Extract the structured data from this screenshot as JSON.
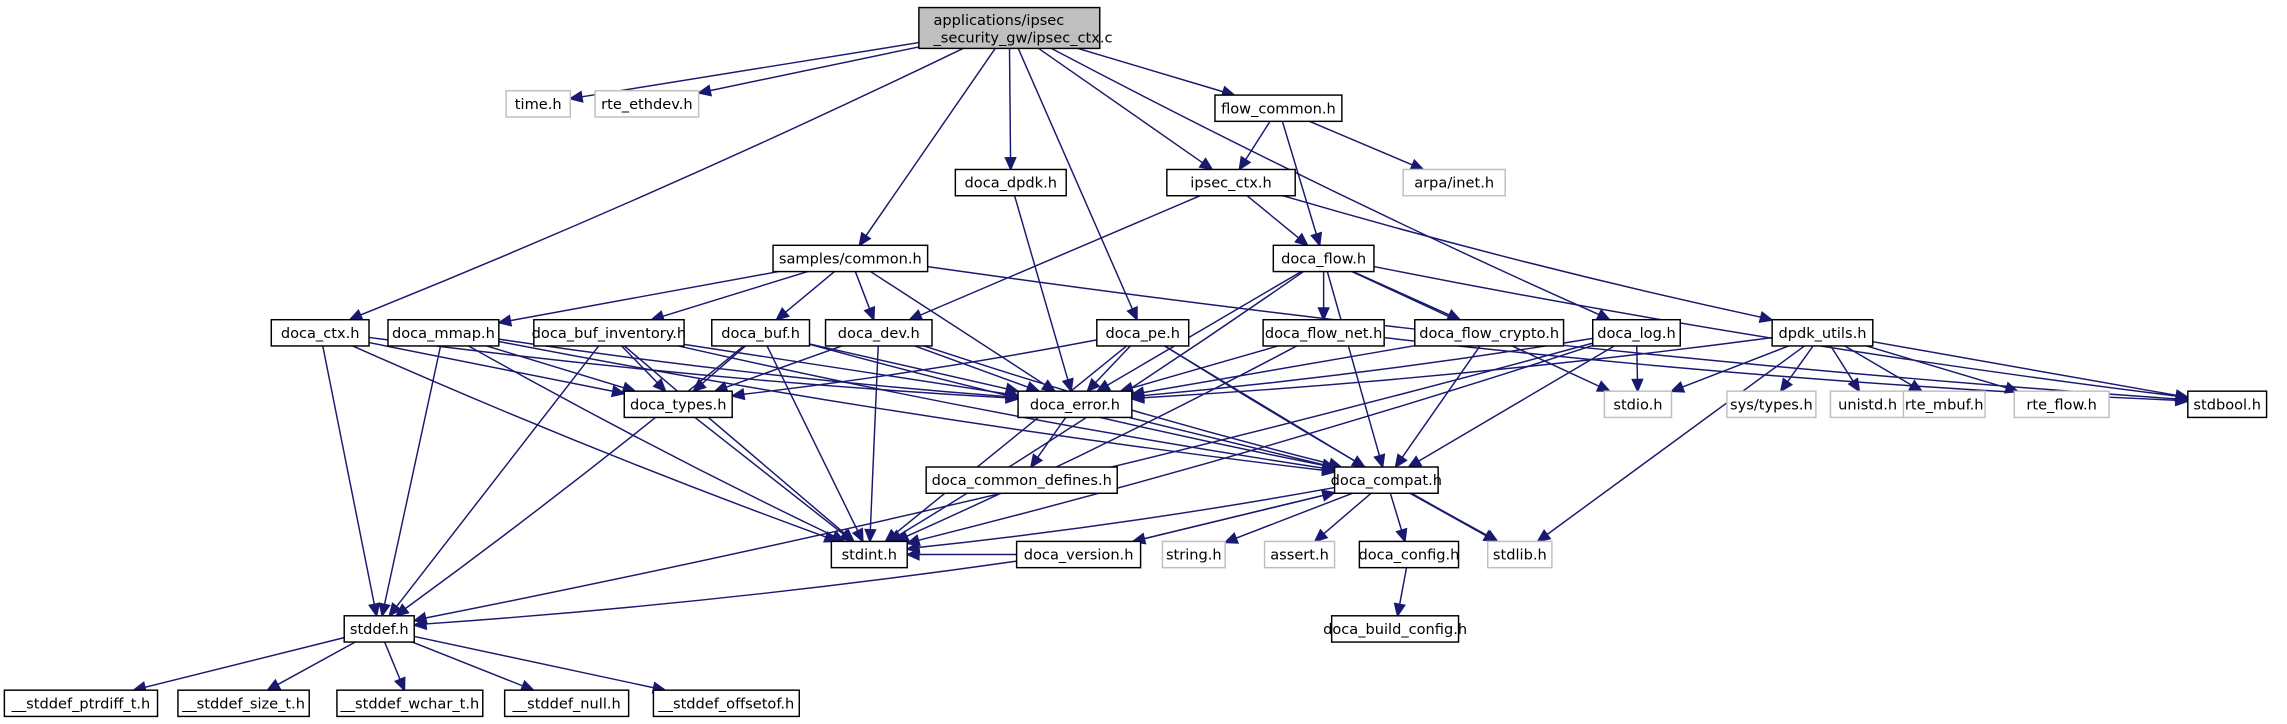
{
  "title": "Include dependency graph for applications/ipsec_security_gw/ipsec_ctx.c",
  "colors": {
    "edge": "#191970",
    "root_fill": "#bfbfbf",
    "external_border": "#bfbfbf",
    "node_border": "#000000"
  },
  "nodes": [
    {
      "id": "root",
      "label_lines": [
        "applications/ipsec",
        "_security_gw/ipsec_ctx.c"
      ],
      "kind": "root"
    },
    {
      "id": "time_h",
      "label": "time.h",
      "kind": "ext"
    },
    {
      "id": "rte_ethdev_h",
      "label": "rte_ethdev.h",
      "kind": "ext"
    },
    {
      "id": "flow_common_h",
      "label": "flow_common.h",
      "kind": "doc"
    },
    {
      "id": "doca_dpdk_h",
      "label": "doca_dpdk.h",
      "kind": "doc"
    },
    {
      "id": "ipsec_ctx_h",
      "label": "ipsec_ctx.h",
      "kind": "doc"
    },
    {
      "id": "arpa_inet_h",
      "label": "arpa/inet.h",
      "kind": "ext"
    },
    {
      "id": "samples_common_h",
      "label": "samples/common.h",
      "kind": "doc"
    },
    {
      "id": "doca_flow_h",
      "label": "doca_flow.h",
      "kind": "doc"
    },
    {
      "id": "doca_ctx_h",
      "label": "doca_ctx.h",
      "kind": "doc"
    },
    {
      "id": "doca_mmap_h",
      "label": "doca_mmap.h",
      "kind": "doc"
    },
    {
      "id": "doca_buf_inventory_h",
      "label": "doca_buf_inventory.h",
      "kind": "doc"
    },
    {
      "id": "doca_buf_h",
      "label": "doca_buf.h",
      "kind": "doc"
    },
    {
      "id": "doca_dev_h",
      "label": "doca_dev.h",
      "kind": "doc"
    },
    {
      "id": "doca_pe_h",
      "label": "doca_pe.h",
      "kind": "doc"
    },
    {
      "id": "doca_flow_net_h",
      "label": "doca_flow_net.h",
      "kind": "doc"
    },
    {
      "id": "doca_flow_crypto_h",
      "label": "doca_flow_crypto.h",
      "kind": "doc"
    },
    {
      "id": "doca_log_h",
      "label": "doca_log.h",
      "kind": "doc"
    },
    {
      "id": "dpdk_utils_h",
      "label": "dpdk_utils.h",
      "kind": "doc"
    },
    {
      "id": "doca_types_h",
      "label": "doca_types.h",
      "kind": "doc"
    },
    {
      "id": "doca_error_h",
      "label": "doca_error.h",
      "kind": "doc"
    },
    {
      "id": "stdio_h",
      "label": "stdio.h",
      "kind": "ext"
    },
    {
      "id": "sys_types_h",
      "label": "sys/types.h",
      "kind": "ext"
    },
    {
      "id": "unistd_h",
      "label": "unistd.h",
      "kind": "ext"
    },
    {
      "id": "rte_mbuf_h",
      "label": "rte_mbuf.h",
      "kind": "ext"
    },
    {
      "id": "rte_flow_h",
      "label": "rte_flow.h",
      "kind": "ext"
    },
    {
      "id": "stdbool_h",
      "label": "stdbool.h",
      "kind": "doc"
    },
    {
      "id": "doca_common_defines_h",
      "label": "doca_common_defines.h",
      "kind": "doc"
    },
    {
      "id": "doca_compat_h",
      "label": "doca_compat.h",
      "kind": "doc"
    },
    {
      "id": "stdint_h",
      "label": "stdint.h",
      "kind": "doc"
    },
    {
      "id": "doca_version_h",
      "label": "doca_version.h",
      "kind": "doc"
    },
    {
      "id": "string_h",
      "label": "string.h",
      "kind": "ext"
    },
    {
      "id": "assert_h",
      "label": "assert.h",
      "kind": "ext"
    },
    {
      "id": "doca_config_h",
      "label": "doca_config.h",
      "kind": "doc"
    },
    {
      "id": "stdlib_h",
      "label": "stdlib.h",
      "kind": "ext"
    },
    {
      "id": "stddef_h",
      "label": "stddef.h",
      "kind": "doc"
    },
    {
      "id": "doca_build_config_h",
      "label": "doca_build_config.h",
      "kind": "doc"
    },
    {
      "id": "stddef_ptrdiff_t_h",
      "label": "__stddef_ptrdiff_t.h",
      "kind": "doc"
    },
    {
      "id": "stddef_size_t_h",
      "label": "__stddef_size_t.h",
      "kind": "doc"
    },
    {
      "id": "stddef_wchar_t_h",
      "label": "__stddef_wchar_t.h",
      "kind": "doc"
    },
    {
      "id": "stddef_null_h",
      "label": "__stddef_null.h",
      "kind": "doc"
    },
    {
      "id": "stddef_offsetof_h",
      "label": "__stddef_offsetof.h",
      "kind": "doc"
    }
  ],
  "edges": [
    [
      "root",
      "time_h"
    ],
    [
      "root",
      "rte_ethdev_h"
    ],
    [
      "root",
      "flow_common_h"
    ],
    [
      "root",
      "doca_dpdk_h"
    ],
    [
      "root",
      "ipsec_ctx_h"
    ],
    [
      "root",
      "samples_common_h"
    ],
    [
      "root",
      "doca_ctx_h"
    ],
    [
      "root",
      "doca_pe_h"
    ],
    [
      "root",
      "doca_log_h"
    ],
    [
      "flow_common_h",
      "ipsec_ctx_h"
    ],
    [
      "flow_common_h",
      "arpa_inet_h"
    ],
    [
      "flow_common_h",
      "doca_flow_h"
    ],
    [
      "ipsec_ctx_h",
      "doca_flow_h"
    ],
    [
      "ipsec_ctx_h",
      "doca_dev_h"
    ],
    [
      "ipsec_ctx_h",
      "dpdk_utils_h"
    ],
    [
      "doca_dpdk_h",
      "doca_error_h"
    ],
    [
      "samples_common_h",
      "doca_mmap_h"
    ],
    [
      "samples_common_h",
      "doca_buf_inventory_h"
    ],
    [
      "samples_common_h",
      "doca_buf_h"
    ],
    [
      "samples_common_h",
      "doca_dev_h"
    ],
    [
      "samples_common_h",
      "doca_error_h"
    ],
    [
      "samples_common_h",
      "stdbool_h"
    ],
    [
      "doca_flow_h",
      "doca_flow_net_h"
    ],
    [
      "doca_flow_h",
      "doca_flow_crypto_h"
    ],
    [
      "doca_flow_h",
      "doca_error_h"
    ],
    [
      "doca_flow_h",
      "stdint_h"
    ],
    [
      "doca_flow_h",
      "stdbool_h"
    ],
    [
      "doca_flow_h",
      "doca_compat_h"
    ],
    [
      "doca_flow_h",
      "stdio_h"
    ],
    [
      "doca_ctx_h",
      "doca_types_h"
    ],
    [
      "doca_ctx_h",
      "doca_error_h"
    ],
    [
      "doca_ctx_h",
      "stdint_h"
    ],
    [
      "doca_ctx_h",
      "stddef_h"
    ],
    [
      "doca_mmap_h",
      "doca_types_h"
    ],
    [
      "doca_mmap_h",
      "doca_error_h"
    ],
    [
      "doca_mmap_h",
      "doca_compat_h"
    ],
    [
      "doca_mmap_h",
      "stdint_h"
    ],
    [
      "doca_mmap_h",
      "stddef_h"
    ],
    [
      "doca_buf_inventory_h",
      "doca_types_h"
    ],
    [
      "doca_buf_inventory_h",
      "doca_error_h"
    ],
    [
      "doca_buf_inventory_h",
      "doca_compat_h"
    ],
    [
      "doca_buf_inventory_h",
      "stdint_h"
    ],
    [
      "doca_buf_inventory_h",
      "stddef_h"
    ],
    [
      "doca_buf_h",
      "doca_types_h"
    ],
    [
      "doca_buf_h",
      "doca_error_h"
    ],
    [
      "doca_buf_h",
      "doca_compat_h"
    ],
    [
      "doca_buf_h",
      "stdint_h"
    ],
    [
      "doca_buf_h",
      "stddef_h"
    ],
    [
      "doca_dev_h",
      "doca_types_h"
    ],
    [
      "doca_dev_h",
      "doca_error_h"
    ],
    [
      "doca_dev_h",
      "doca_compat_h"
    ],
    [
      "doca_dev_h",
      "stdint_h"
    ],
    [
      "doca_pe_h",
      "doca_types_h"
    ],
    [
      "doca_pe_h",
      "doca_error_h"
    ],
    [
      "doca_pe_h",
      "doca_compat_h"
    ],
    [
      "doca_pe_h",
      "stdint_h"
    ],
    [
      "doca_pe_h",
      "stdlib_h"
    ],
    [
      "doca_flow_net_h",
      "doca_error_h"
    ],
    [
      "doca_flow_net_h",
      "stdint_h"
    ],
    [
      "doca_flow_net_h",
      "stdbool_h"
    ],
    [
      "doca_flow_crypto_h",
      "doca_error_h"
    ],
    [
      "doca_flow_crypto_h",
      "doca_compat_h"
    ],
    [
      "doca_log_h",
      "stdio_h"
    ],
    [
      "doca_log_h",
      "doca_error_h"
    ],
    [
      "doca_log_h",
      "doca_compat_h"
    ],
    [
      "doca_log_h",
      "stdint_h"
    ],
    [
      "doca_log_h",
      "stddef_h"
    ],
    [
      "dpdk_utils_h",
      "stdio_h"
    ],
    [
      "dpdk_utils_h",
      "sys_types_h"
    ],
    [
      "dpdk_utils_h",
      "unistd_h"
    ],
    [
      "dpdk_utils_h",
      "rte_mbuf_h"
    ],
    [
      "dpdk_utils_h",
      "rte_flow_h"
    ],
    [
      "dpdk_utils_h",
      "doca_error_h"
    ],
    [
      "dpdk_utils_h",
      "stdbool_h"
    ],
    [
      "dpdk_utils_h",
      "stdlib_h"
    ],
    [
      "doca_types_h",
      "stdint_h"
    ],
    [
      "doca_error_h",
      "doca_common_defines_h"
    ],
    [
      "doca_error_h",
      "doca_compat_h"
    ],
    [
      "doca_compat_h",
      "stdint_h"
    ],
    [
      "doca_compat_h",
      "doca_version_h"
    ],
    [
      "doca_compat_h",
      "string_h"
    ],
    [
      "doca_compat_h",
      "assert_h"
    ],
    [
      "doca_compat_h",
      "doca_config_h"
    ],
    [
      "doca_compat_h",
      "stdlib_h"
    ],
    [
      "doca_version_h",
      "doca_compat_h"
    ],
    [
      "doca_version_h",
      "stdint_h"
    ],
    [
      "doca_version_h",
      "stddef_h"
    ],
    [
      "doca_config_h",
      "doca_build_config_h"
    ],
    [
      "stddef_h",
      "stddef_ptrdiff_t_h"
    ],
    [
      "stddef_h",
      "stddef_size_t_h"
    ],
    [
      "stddef_h",
      "stddef_wchar_t_h"
    ],
    [
      "stddef_h",
      "stddef_null_h"
    ],
    [
      "stddef_h",
      "stddef_offsetof_h"
    ]
  ]
}
